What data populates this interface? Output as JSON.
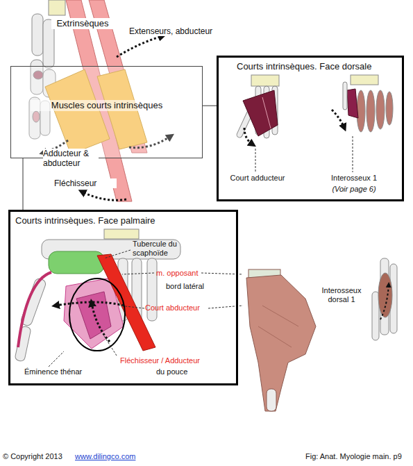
{
  "diagram": {
    "caption": "Fig: Anat. Myologie main. p9",
    "nodes": [
      {
        "text": [
          "Muscles courts intrinsèques"
        ]
      },
      {
        "text": [
          "Courts intrinsèques. Face dorsale",
          "Court adducteur",
          "Interosseux 1",
          "(Voir page 6)"
        ]
      },
      {
        "text": [
          "Courts intrinsèques. Face palmaire",
          "Tubercule du scaphoïde",
          "m. opposant",
          "bord latéral",
          "Court abducteur",
          "Fléchisseur / Adducteur",
          "du pouce",
          "Éminence thénar"
        ]
      }
    ],
    "edges": [
      {
        "from": 0,
        "to": 1,
        "arrow": "none"
      },
      {
        "from": 0,
        "to": 2,
        "arrow": "none"
      }
    ],
    "labels": [
      "Extrinsèques",
      "Extenseurs, abducteur",
      "Adducteur & abducteur",
      "Fléchisseur",
      "Interosseux dorsal 1",
      "© Copyright 2013",
      "www.dilingco.com"
    ]
  }
}
